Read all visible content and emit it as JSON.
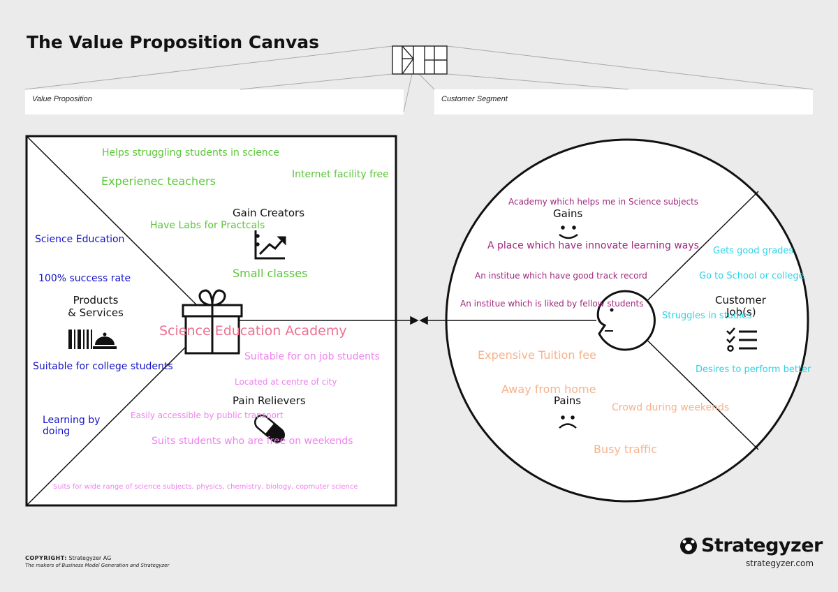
{
  "title": "The Value Proposition Canvas",
  "header": {
    "value_proposition": "Value Proposition",
    "customer_segment": "Customer Segment"
  },
  "colors": {
    "gain_creators": "#5cc639",
    "products_services": "#1212c8",
    "pain_relievers": "#ee82ee",
    "center_title": "#ee7090",
    "gains": "#a0277e",
    "customer_jobs": "#2ad4e8",
    "pains": "#f6b28c"
  },
  "value_proposition": {
    "center_title": "Science Education Academy",
    "sections": {
      "gain_creators": "Gain Creators",
      "products_services_line1": "Products",
      "products_services_line2": "& Services",
      "pain_relievers": "Pain Relievers"
    },
    "gain_creators": [
      "Helps struggling students in science",
      "Experienec teachers",
      "Internet facility free",
      "Have Labs for Practcals",
      "Small classes"
    ],
    "products_services": [
      "Science Education",
      "100% success rate",
      "Suitable for college students",
      "Learning by",
      "doing"
    ],
    "pain_relievers": [
      "Suitable for on job students",
      "Located at centre of city",
      "Easily accessible by public transport",
      "Suits students who are free on weekends",
      "Suits for wide range of science subjects, physics, chemistry, biology, copmuter science"
    ]
  },
  "customer_segment": {
    "sections": {
      "gains": "Gains",
      "customer_jobs_line1": "Customer",
      "customer_jobs_line2": "Job(s)",
      "pains": "Pains"
    },
    "gains": [
      "Academy which helps me in Science subjects",
      "A place which have innovate learning ways",
      "An institue which have good track record",
      "An institue which is liked by fellow students"
    ],
    "customer_jobs": [
      "Gets good grades",
      "Go to School or college",
      "Struggles in studies",
      "Desires to perform better"
    ],
    "pains": [
      "Expensive Tuition fee",
      "Away from home",
      "Crowd during weekends",
      "Busy traffic"
    ]
  },
  "footer": {
    "copyright_label": "COPYRIGHT:",
    "copyright_holder": "Strategyzer AG",
    "tagline": "The makers of Business Model Generation and Strategyzer",
    "brand": "Strategyzer",
    "url": "strategyzer.com"
  },
  "icons": [
    "gift-icon",
    "chart-up-icon",
    "barcode-icon",
    "cloche-icon",
    "pill-icon",
    "smile-icon",
    "frown-icon",
    "checklist-icon",
    "customer-face-icon",
    "canvas-thumbnail-icon",
    "strategyzer-logo-icon"
  ]
}
